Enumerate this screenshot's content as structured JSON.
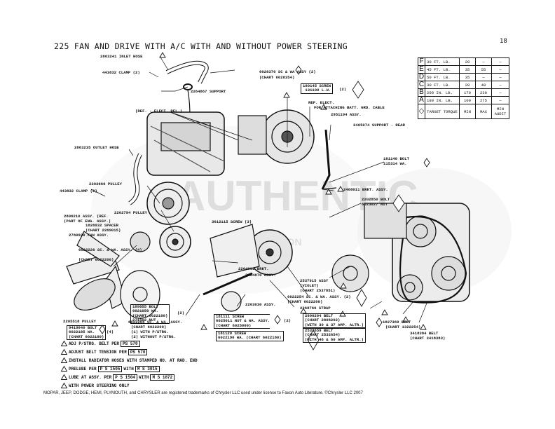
{
  "page": {
    "title": "225 FAN AND DRIVE WITH A/C WITH AND WITHOUT POWER STEERING",
    "page_number": "18",
    "footer": "MOPAR, JEEP, DODGE, HEMI, PLYMOUTH, and CHRYSLER are registered trademarks of Chrysler LLC used under license to Faxon Auto Literature. ©Chrysler LLC 2007",
    "watermark": "AUTHENTIC RESTORATION"
  },
  "torque_table": {
    "headers": {
      "symbol": "◇",
      "target": "TARGET TORQUE",
      "min": "MIN",
      "max": "MAX",
      "audit": "MIN AUDIT"
    },
    "rows": [
      {
        "letter": "F",
        "target": "30 FT. LB.",
        "min": "20",
        "max": "—",
        "audit": "—"
      },
      {
        "letter": "E",
        "target": "45 FT. LB.",
        "min": "35",
        "max": "55",
        "audit": "—"
      },
      {
        "letter": "D",
        "target": "50 FT. LB.",
        "min": "35",
        "max": "—",
        "audit": "—"
      },
      {
        "letter": "C",
        "target": "30 FT. LB.",
        "min": "20",
        "max": "40",
        "audit": "—"
      },
      {
        "letter": "B",
        "target": "200 IN. LB.",
        "min": "170",
        "max": "230",
        "audit": "—"
      },
      {
        "letter": "A",
        "target": "180 IN. LB.",
        "min": "100",
        "max": "275",
        "audit": "—"
      }
    ]
  },
  "callouts": {
    "inlet_hose": "2863241 INLET HOSE",
    "clamp_top": "443832 CLAMP (2)",
    "support": "2264867 SUPPORT",
    "sc_wa_assy": "6028370 SC & WA ASSY (2)",
    "sc_wa_chart": "(CHART 6028354)",
    "screw_180145": "180145 SCREW",
    "lw_131100": "131100 L.W.",
    "qty_2": "(2)",
    "ref_elect_rel": "(REF. - ELECT. REL.)",
    "ref_elect": "REF. ELECT.",
    "attaching": "FOR ATTACHING BATT. GRD. CABLE",
    "assy_2951194": "2951194 ASSY.",
    "support_rear": "2465074 SUPPORT - REAR",
    "outlet_hose": "2863235 OUTLET HOSE",
    "pulley_2202666": "2202666 PULLEY",
    "clamp_bottom": "443832 CLAMP (2)",
    "bolt_181140": "181140 BOLT",
    "wa_115314": "115314 WA.",
    "brkt_2468011": "2468011 BRKT. ASSY.",
    "bolt_2202850": "2202850 BOLT",
    "nut_6023027": "6023027 NUT",
    "assy_2806210": "2806210 ASSY. (REF.",
    "part_of_eng": "(PART OF ENG. ASSY.)",
    "pulley_2202794": "2202794 PULLEY",
    "spacer_1826932": "1826932 SPACER",
    "spacer_chart": "(CHART 2269015)",
    "fan_2780920": "2780920 FAN ASSY.",
    "sc_6022226": "6022226 SC. & WA. ASSY. (4)",
    "sc_6022226_chart": "(CHART 6022200)",
    "screw_3612115": "3612115 SCREW (3)",
    "brkt_2264065": "2264065 BRKT.",
    "assy_2264870": "2264870 ASSY.",
    "assy_2537915": "2537915 ASSY",
    "violet": "(VIOLET)",
    "chart_2537851": "(CHART 2537851)",
    "sc_6022254": "6022254 SC. & WA. ASSY. (2)",
    "sc_6022254_chart": "(CHART 6022200)",
    "strap_2268766": "2268766 STRAP",
    "assy_2203030": "2203030 ASSY.",
    "bolt_189655": "189655 BOLT",
    "wa_6021050": "6021050 WA.",
    "chart_6022180a": "(CHART 6022180)",
    "nut_271502": "271502 NUT",
    "qty_2b": "(2)",
    "pulley_2205518": "2205518 PULLEY",
    "bolt_9419040": "9419040 BOLT",
    "wa_6022185": "6022185 WA.",
    "chart_6022180b": "(CHART 6022180)",
    "qty_4": "(4)",
    "sc_6022266": "6022266 SC. & WA. ASSY.",
    "sc_6022266_chart": "(CHART 6022200)",
    "with_pstrg": "(1) WITH P/STRG.",
    "without_pstrg": "(2) WITHOUT P/STRG.",
    "screw_181111": "181111 SCREW",
    "nut_6025011": "6025011 NUT & WA. ASSY.",
    "chart_6025000": "(CHART 6025000)",
    "qty_2c": "(2)",
    "screw_181120": "181120 SCREW",
    "wa_6022190": "6022190 WA. (CHART 6022180)",
    "belt_2806204": "2806204 BELT",
    "chart_2806202": "(CHART 2806202)",
    "with_30_37": "(WITH 30 & 37 AMP. ALTR.)",
    "belt_2532659": "2532659 BELT",
    "chart_2532654": "(CHART 2532654)",
    "with_46_60": "(WITH 46 & 60 AMP. ALTR.)",
    "belt_1827369": "1827369 BELT",
    "chart_1322254": "(CHART 1322254)",
    "belt_3418384": "3418384 BELT",
    "chart_3418383": "(CHART 3418383)"
  },
  "notes": [
    {
      "symbol": "1",
      "text": "ADJ P/STRG. BELT PER",
      "ref1": "PS 570"
    },
    {
      "symbol": "2",
      "text": "ADJUST BELT TENSION PER",
      "ref1": "PS 570"
    },
    {
      "symbol": "3",
      "text": "INSTALL RADIATOR HOSES WITH STAMPED NO. AT RAD. END"
    },
    {
      "symbol": "4",
      "text": "PRELUBE PER",
      "ref1": "P S 1505",
      "with": "WITH",
      "ref2": "M S 3015"
    },
    {
      "symbol": "5",
      "text": "LUBE AT ASSY. PER",
      "ref1": "P S 1504",
      "with": "WITH",
      "ref2": "M S 1872"
    },
    {
      "symbol": "6",
      "text": "WITH POWER STEERING ONLY"
    }
  ]
}
